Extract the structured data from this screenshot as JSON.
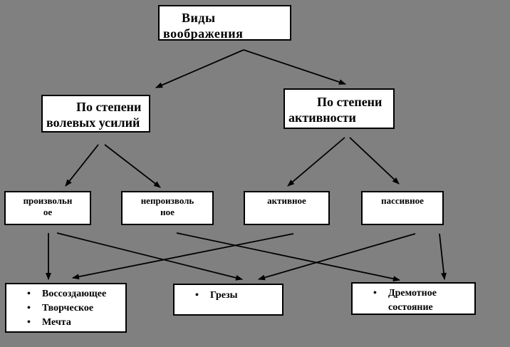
{
  "diagram": {
    "background_color": "#808080",
    "box_fill": "#ffffff",
    "line_color": "#000000",
    "bullet_char": "•"
  },
  "boxes": {
    "root": {
      "line1": "Виды",
      "line2": "воображения"
    },
    "by_effort": {
      "line1": "По степени",
      "line2": "волевых усилий"
    },
    "by_activity": {
      "line1": "По степени",
      "line2": "активности"
    },
    "voluntary": {
      "line1": "произвольн",
      "line2": "ое"
    },
    "involuntary": {
      "line1": "непроизволь",
      "line2": "ное"
    },
    "active": {
      "label": "активное"
    },
    "passive": {
      "label": "пассивное"
    },
    "recreating": {
      "items": [
        "Воссоздающее",
        "Творческое",
        "Мечта"
      ]
    },
    "daydreams": {
      "items": [
        "Грезы"
      ]
    },
    "drowsy": {
      "items": [
        "Дремотное состояние"
      ]
    }
  }
}
